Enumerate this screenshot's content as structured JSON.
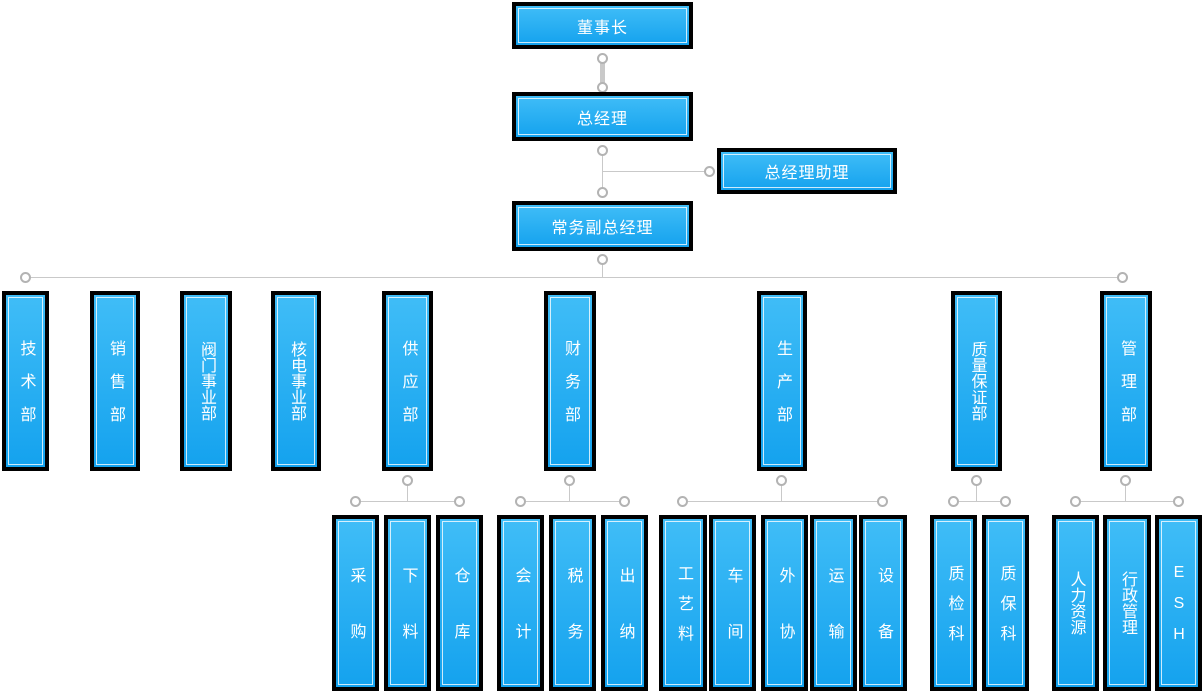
{
  "nodes": {
    "chairman": "董事长",
    "general_manager": "总经理",
    "gm_assistant": "总经理助理",
    "executive_deputy_gm": "常务副总经理",
    "dept_technology": "技术部",
    "dept_sales": "销售部",
    "dept_valve_division": "阀门事业部",
    "dept_nuclear_division": "核电事业部",
    "dept_supply": "供应部",
    "dept_finance": "财务部",
    "dept_production": "生产部",
    "dept_quality_assurance": "质量保证部",
    "dept_management": "管理部",
    "sub_procurement": "采购",
    "sub_material_cutting": "下料",
    "sub_warehouse": "仓库",
    "sub_accounting": "会计",
    "sub_tax": "税务",
    "sub_cashier": "出纳",
    "sub_process_material": "工艺料",
    "sub_workshop": "车间",
    "sub_outsourcing": "外协",
    "sub_transport": "运输",
    "sub_equipment": "设备",
    "sub_quality_inspection_section": "质检科",
    "sub_quality_assurance_section": "质保科",
    "sub_human_resources": "人力资源",
    "sub_administration": "行政管理",
    "sub_esh": "ESH"
  },
  "structure": {
    "董事长": [
      "总经理"
    ],
    "总经理": [
      "总经理助理",
      "常务副总经理"
    ],
    "常务副总经理": [
      "技术部",
      "销售部",
      "阀门事业部",
      "核电事业部",
      "供应部",
      "财务部",
      "生产部",
      "质量保证部",
      "管理部"
    ],
    "供应部": [
      "采购",
      "下料",
      "仓库"
    ],
    "财务部": [
      "会计",
      "税务",
      "出纳"
    ],
    "生产部": [
      "工艺料",
      "车间",
      "外协",
      "运输",
      "设备"
    ],
    "质量保证部": [
      "质检科",
      "质保科"
    ],
    "管理部": [
      "人力资源",
      "行政管理",
      "ESH"
    ]
  },
  "colors": {
    "box_top": "#40bdf7",
    "box_bottom": "#14a2ee",
    "box_border": "#000000",
    "connector": "#c9c9c9",
    "dot_border": "#b3b3b3",
    "text": "#ffffff",
    "background": "#ffffff"
  }
}
